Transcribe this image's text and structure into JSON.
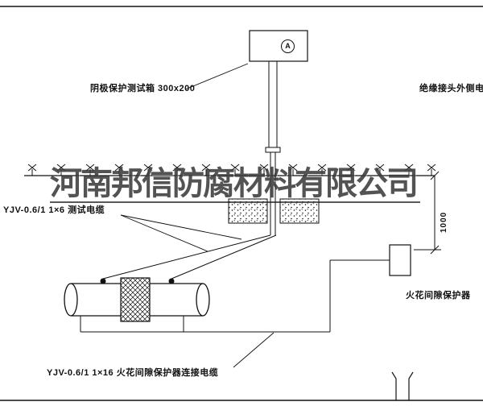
{
  "watermark": {
    "company": "河南邦信防腐材料有限公司"
  },
  "labels": {
    "test_box": "阴极保护测试箱 300x200",
    "insulation_joint_outer_cable": "绝缘接头外侧电缆",
    "test_cable": "YJV-0.6/1 1×6  测试电缆",
    "spark_gap_protector": "火花间隙保护器",
    "spark_gap_cable": "YJV-0.6/1 1×16  火花间隙保护器连接电缆"
  },
  "dimensions": {
    "burial_depth": "1000"
  },
  "symbols": {
    "ammeter": "A"
  },
  "colors": {
    "line": "#111111",
    "watermark": "#3c3c3c"
  }
}
